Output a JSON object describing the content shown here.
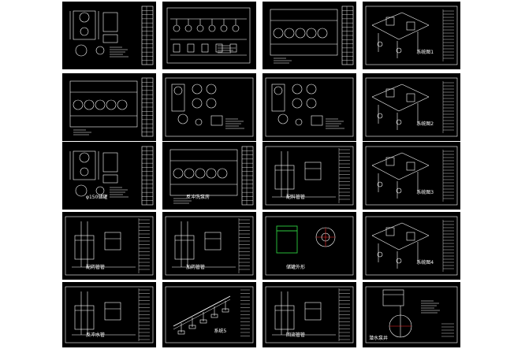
{
  "sheets": [
    {
      "id": "r1c1",
      "label": "",
      "kind": "vessel-detail"
    },
    {
      "id": "r1c2",
      "label": "",
      "kind": "process-flow"
    },
    {
      "id": "r1c3",
      "label": "",
      "kind": "tank-plan"
    },
    {
      "id": "r1c4",
      "label": "系统图1",
      "kind": "isometric"
    },
    {
      "id": "r2c1",
      "label": "",
      "kind": "tank-plan"
    },
    {
      "id": "r2c2",
      "label": "",
      "kind": "fittings"
    },
    {
      "id": "r2c3",
      "label": "",
      "kind": "fittings"
    },
    {
      "id": "r2c4",
      "label": "系统图2",
      "kind": "isometric"
    },
    {
      "id": "r3c1",
      "label": "φ150储罐",
      "kind": "vessel-detail"
    },
    {
      "id": "r3c2",
      "label": "反冲洗泵房",
      "kind": "tank-plan"
    },
    {
      "id": "r3c3",
      "label": "配料管管",
      "kind": "vessel"
    },
    {
      "id": "r3c4",
      "label": "系统图3",
      "kind": "isometric"
    },
    {
      "id": "r4c1",
      "label": "配药管管",
      "kind": "vessel"
    },
    {
      "id": "r4c2",
      "label": "加药管管",
      "kind": "vessel"
    },
    {
      "id": "r4c3",
      "label": "储罐外形",
      "kind": "green-detail"
    },
    {
      "id": "r4c4",
      "label": "系统图4",
      "kind": "isometric"
    },
    {
      "id": "r5c1",
      "label": "反冲水管",
      "kind": "vessel"
    },
    {
      "id": "r5c2",
      "label": "系统5",
      "kind": "isometric-line"
    },
    {
      "id": "r5c3",
      "label": "回流管管",
      "kind": "vessel"
    },
    {
      "id": "r5c4",
      "label": "潜水泵井",
      "kind": "well"
    }
  ],
  "colors": {
    "sheet": "#000000",
    "line": "#ffffff",
    "accent": "#2ecc40",
    "highlight": "#ff2a2a"
  }
}
